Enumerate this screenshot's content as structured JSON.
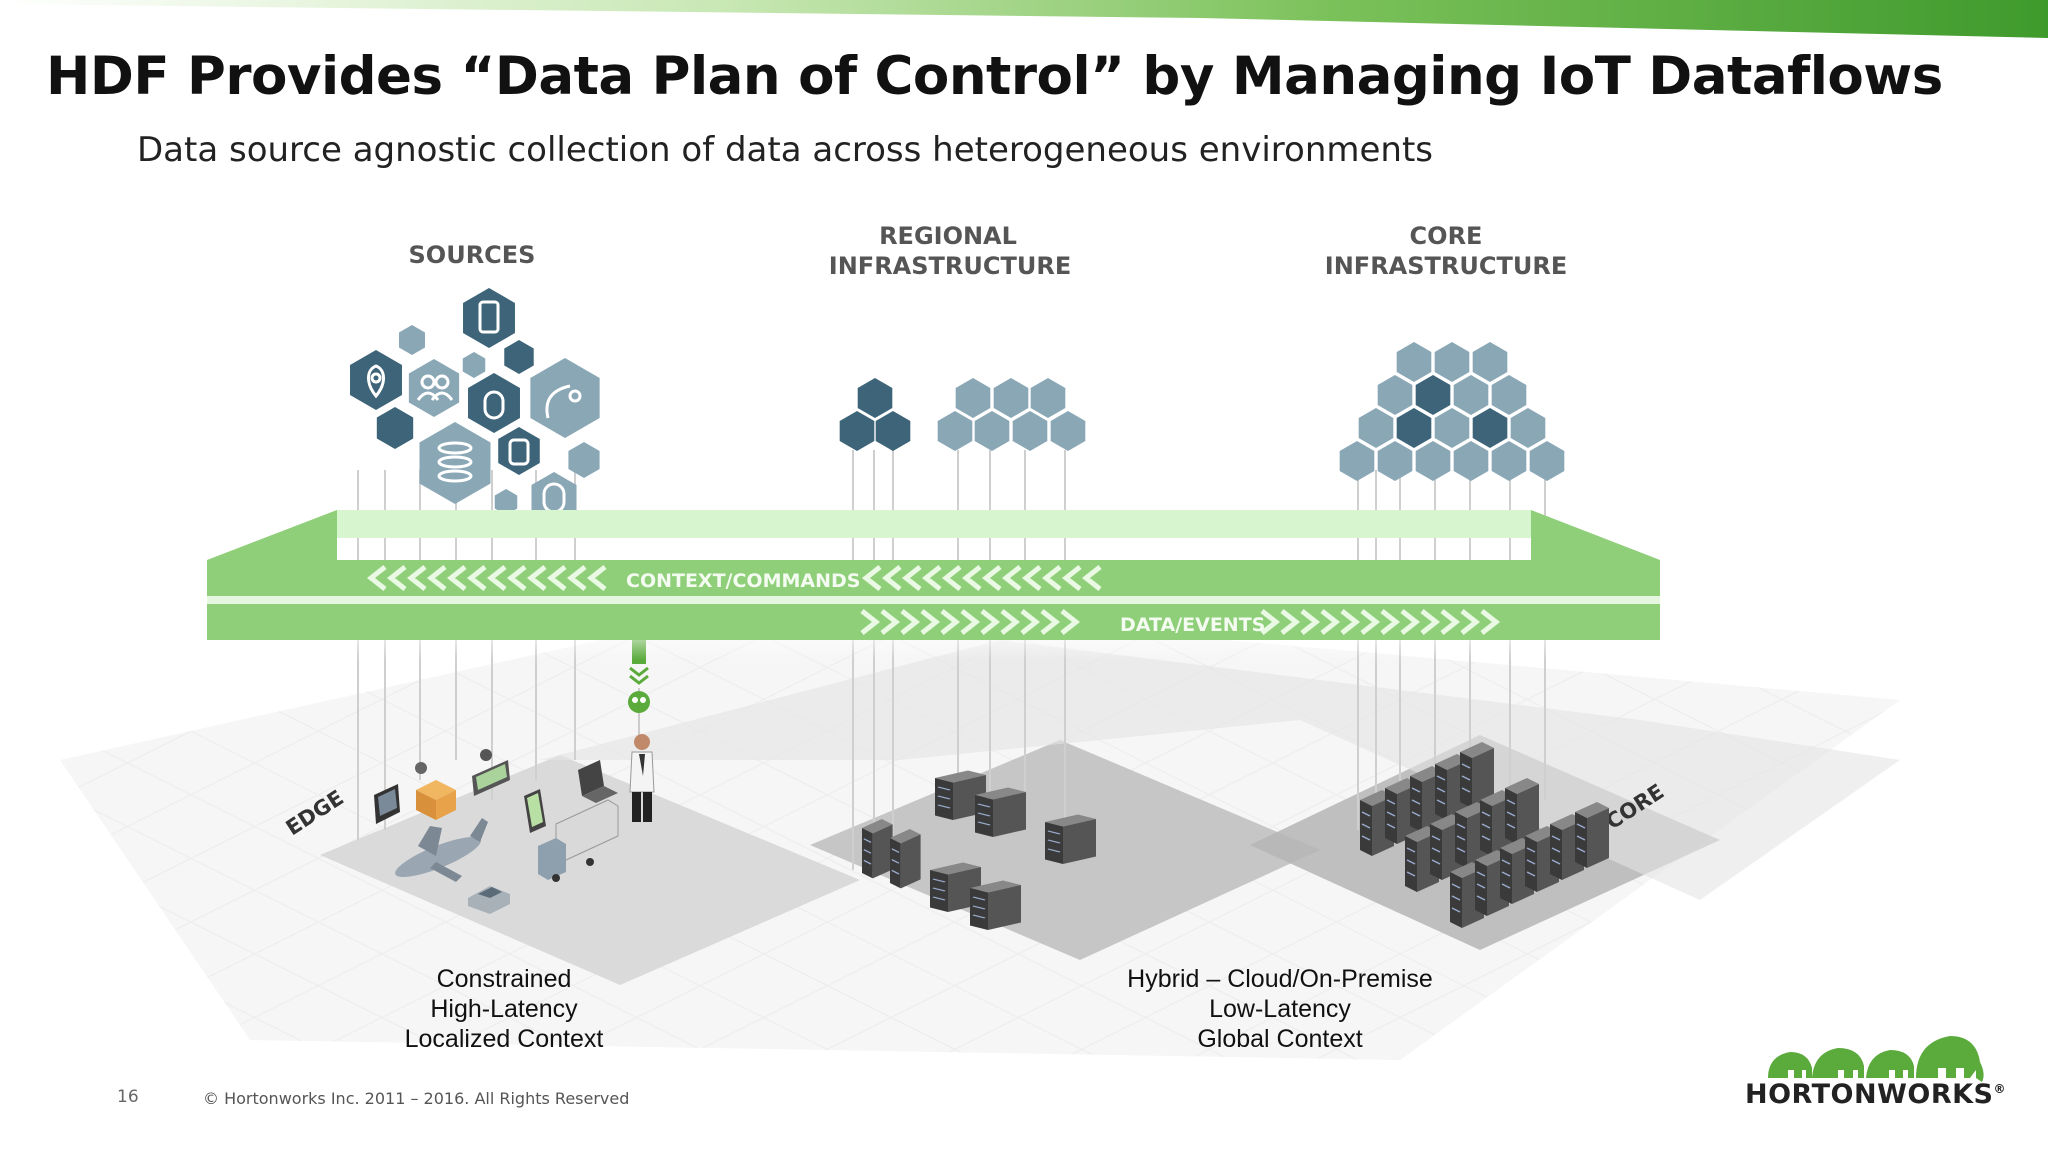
{
  "slide": {
    "title": "HDF Provides “Data Plan of Control” by Managing IoT Dataflows",
    "subtitle": "Data source agnostic collection of data across heterogeneous environments",
    "page_number": "16",
    "copyright": "© Hortonworks Inc. 2011 – 2016. All Rights Reserved"
  },
  "diagram": {
    "headers": {
      "sources": "SOURCES",
      "regional_line1": "REGIONAL",
      "regional_line2": "INFRASTRUCTURE",
      "core_line1": "CORE",
      "core_line2": "INFRASTRUCTURE"
    },
    "channels": {
      "context": "CONTEXT/COMMANDS",
      "data": "DATA/EVENTS"
    },
    "floor_labels": {
      "edge": "EDGE",
      "core": "CORE"
    },
    "captions": {
      "edge": [
        "Constrained",
        "High-Latency",
        "Localized Context"
      ],
      "core": [
        "Hybrid – Cloud/On-Premise",
        "Low-Latency",
        "Global Context"
      ]
    }
  },
  "logo": {
    "text": "HORTONWORKS",
    "registered": "®"
  },
  "colors": {
    "brand_green": "#5aab3c",
    "channel_green": "#8fcf7a",
    "channel_light": "#d7f5cf",
    "hex_dark": "#3d6478",
    "hex_light": "#8aa7b6"
  },
  "icons": [
    "phone-icon",
    "location-pin-icon",
    "users-icon",
    "mouse-icon",
    "satellite-dish-icon",
    "database-icon",
    "tablet-icon",
    "airplane-icon",
    "truck-icon",
    "car-icon",
    "laptop-icon",
    "person-icon",
    "server-rack-icon",
    "hortonworks-elephant-logo"
  ]
}
